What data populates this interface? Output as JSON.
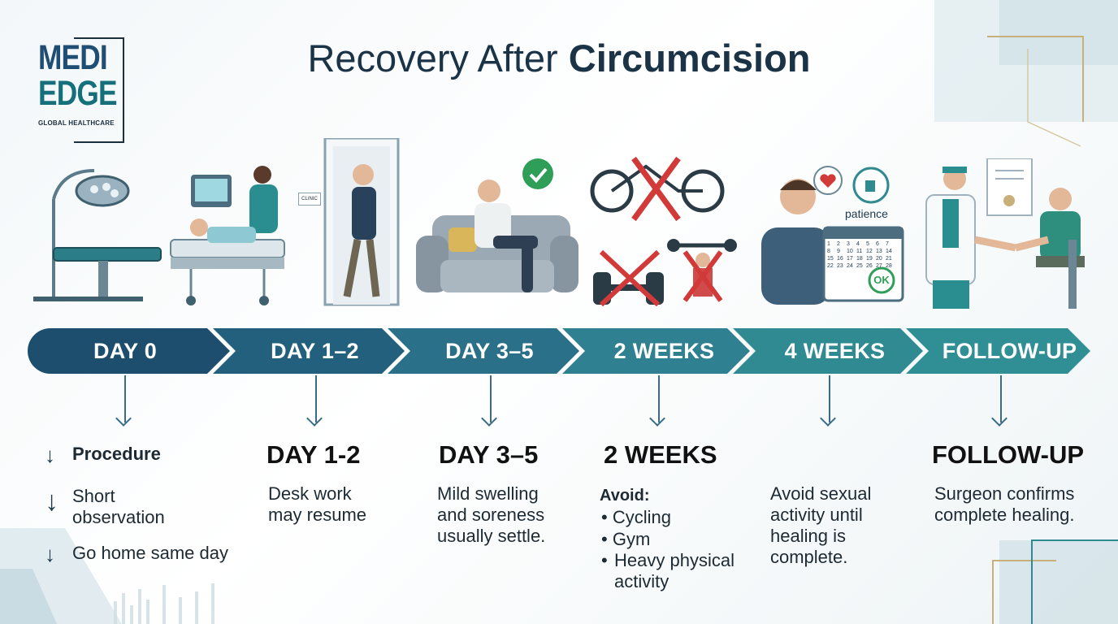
{
  "logo": {
    "line1": "MEDI",
    "line2": "EDGE",
    "line3": "GLOBAL HEALTHCARE"
  },
  "title": {
    "regular": "Recovery After ",
    "bold": "Circumcision"
  },
  "timeline": [
    {
      "label": "DAY 0",
      "color": "#1e4e6e"
    },
    {
      "label": "DAY 1–2",
      "color": "#23607e"
    },
    {
      "label": "DAY 3–5",
      "color": "#2a7088"
    },
    {
      "label": "2 WEEKS",
      "color": "#2f8090"
    },
    {
      "label": "4 WEEKS",
      "color": "#2f8a92"
    },
    {
      "label": "FOLLOW-UP",
      "color": "#2f8f95"
    }
  ],
  "stages": {
    "day0": {
      "items": [
        "Procedure",
        "Short observation",
        "Go home same day"
      ]
    },
    "day12": {
      "heading": "DAY 1-2",
      "text": "Desk work may resume"
    },
    "day35": {
      "heading": "DAY 3–5",
      "text": "Mild swelling and soreness usually settle."
    },
    "weeks2": {
      "heading": "2 WEEKS",
      "avoid_label": "Avoid:",
      "items": [
        "Cycling",
        "Gym",
        "Heavy physical activity"
      ]
    },
    "weeks4": {
      "text": "Avoid sexual activity until healing is complete."
    },
    "followup": {
      "heading": "FOLLOW-UP",
      "text": "Surgeon confirms complete healing."
    }
  },
  "illustrations": {
    "clinic_sign": "CLINIC",
    "patience_label": "patience",
    "calendar_ok": "OK",
    "calendar_numbers": [
      "1",
      "2",
      "3",
      "4",
      "5",
      "6",
      "7",
      "8",
      "9",
      "10",
      "11",
      "12",
      "13",
      "14",
      "15",
      "16",
      "17",
      "18",
      "19",
      "20",
      "21",
      "22",
      "23",
      "24",
      "25",
      "26",
      "27",
      "28"
    ]
  }
}
